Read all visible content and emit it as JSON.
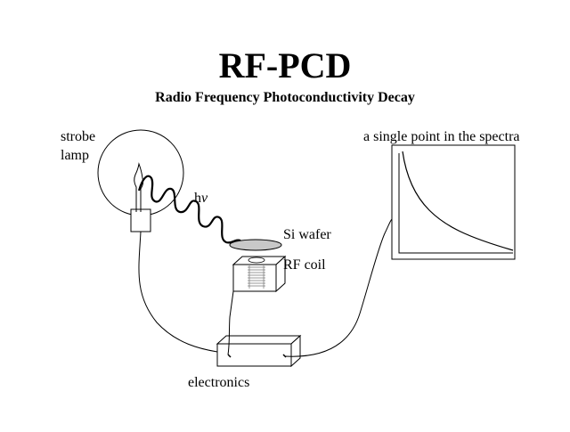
{
  "diagram": {
    "title": "RF-PCD",
    "subtitle": "Radio Frequency Photoconductivity Decay",
    "labels": {
      "strobe_line1": "strobe",
      "strobe_line2": "lamp",
      "photon_h": "h",
      "photon_nu": "ν",
      "si_wafer": "Si wafer",
      "rf_coil": "RF coil",
      "spectra": "a single point in the spectra",
      "electronics": "electronics"
    },
    "colors": {
      "stroke": "#000000",
      "background": "#ffffff",
      "wafer_fill": "#c8c8c8"
    }
  }
}
